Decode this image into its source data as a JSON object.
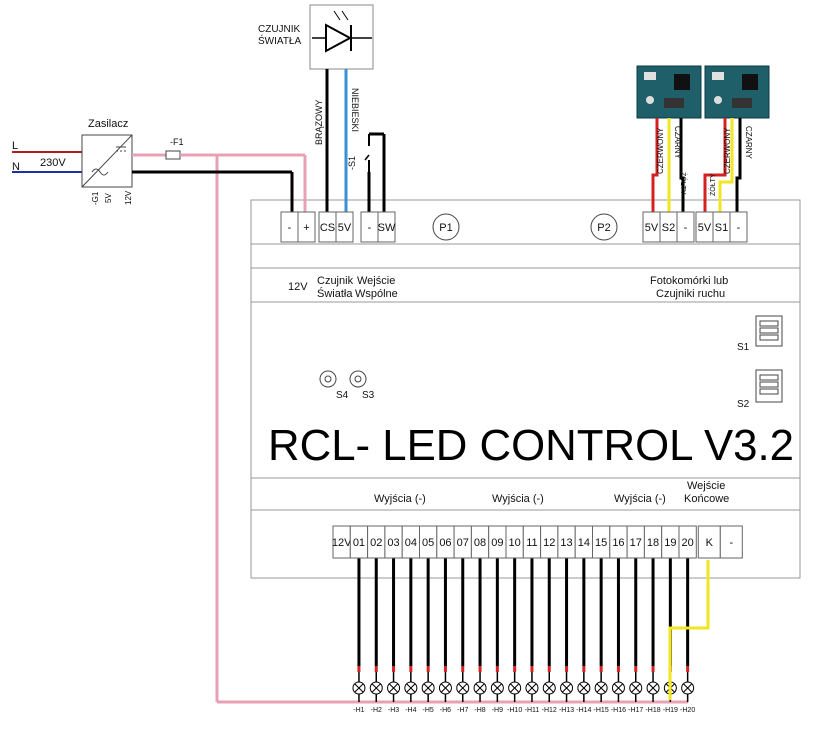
{
  "mains": {
    "l": "L",
    "n": "N",
    "voltage": "230V"
  },
  "psu": {
    "title": "Zasilacz",
    "g1": "-G1",
    "v5": "5V",
    "v12": "12V"
  },
  "fuse": {
    "label": "-F1"
  },
  "light_sensor": {
    "title_line1": "CZUJNIK",
    "title_line2": "ŚWIATŁA"
  },
  "wire_labels": {
    "brown": "BRĄZOWY",
    "blue": "NIEBIESKI",
    "s1": "-S1",
    "red": "CZERWONY",
    "black": "CZARNY",
    "yellow": "ŻÓŁTY"
  },
  "top_terminals": [
    "-",
    "+",
    "CS",
    "5V",
    "-",
    "SW"
  ],
  "pots": [
    "P1",
    "P2"
  ],
  "right_terminals": [
    "5V",
    "S2",
    "-",
    "5V",
    "S1",
    "-"
  ],
  "top_labels": {
    "v12": "12V",
    "sensor_line1": "Czujnik",
    "sensor_line2": "Światła",
    "common_line1": "Wejście",
    "common_line2": "Wspólne",
    "photo_line1": "Fotokomórki lub",
    "photo_line2": "Czujniki ruchu"
  },
  "dip": [
    "S1",
    "S2"
  ],
  "buttons": [
    "S4",
    "S3"
  ],
  "device_title": "RCL- LED CONTROL V3.2",
  "outputs_labels": [
    "Wyjścia (-)",
    "Wyjścia (-)",
    "Wyjścia (-)"
  ],
  "end_inputs": {
    "line1": "Wejście",
    "line2": "Końcowe"
  },
  "bottom_terminals": [
    "12V",
    "01",
    "02",
    "03",
    "04",
    "05",
    "06",
    "07",
    "08",
    "09",
    "10",
    "11",
    "12",
    "13",
    "14",
    "15",
    "16",
    "17",
    "18",
    "19",
    "20",
    "K",
    "-"
  ],
  "lamps": [
    "-H1",
    "-H2",
    "-H3",
    "-H4",
    "-H5",
    "-H6",
    "-H7",
    "-H8",
    "-H9",
    "-H10",
    "-H11",
    "-H12",
    "-H13",
    "-H14",
    "-H15",
    "-H16",
    "-H17",
    "-H18",
    "-H19",
    "-H20"
  ],
  "colors": {
    "brown": "#000000",
    "blue": "#3a8fd6",
    "pink": "#e8a0b4",
    "red": "#d42020",
    "yellow": "#f2e61c",
    "black": "#000000",
    "mains_red": "#a82020",
    "mains_blue": "#2030a0",
    "pcb": "#1f5f6a"
  }
}
